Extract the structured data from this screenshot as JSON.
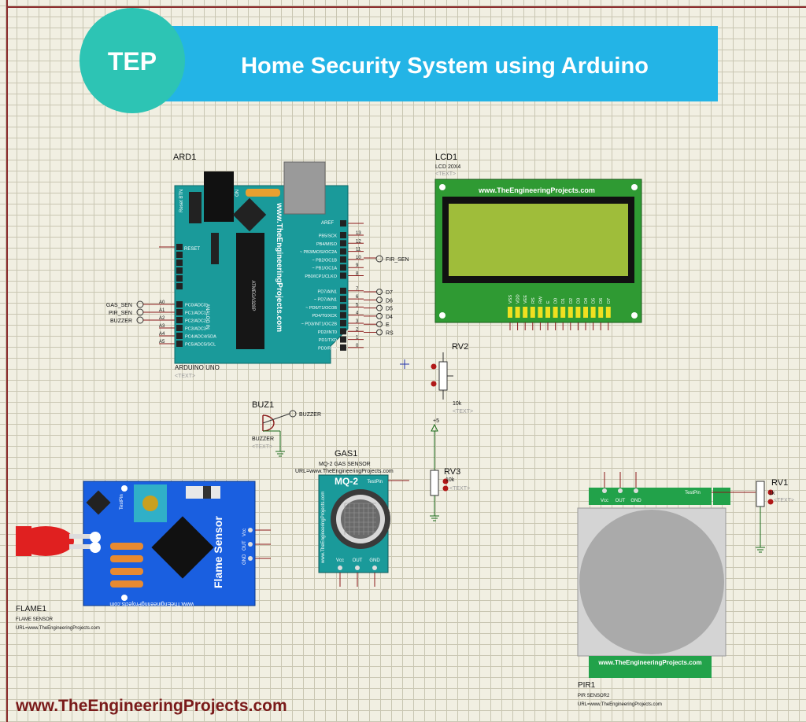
{
  "banner": {
    "badge": "TEP",
    "title": "Home Security System using Arduino"
  },
  "footer_url": "www.TheEngineeringProjects.com",
  "arduino": {
    "ref": "ARD1",
    "name": "ARDUINO UNO",
    "text": "<TEXT>",
    "brand": "www.TheEngineeringProjects.com",
    "reset_btn": "Reset BTN",
    "reset": "RESET",
    "on": "ON",
    "analog": "ANALOG IN",
    "chip": "ATMEGA328P",
    "aref": "AREF",
    "digital_pins": [
      {
        "num": "13",
        "label": "PB5/SCK"
      },
      {
        "num": "12",
        "label": "PB4/MISO"
      },
      {
        "num": "11",
        "label": "~ PB3/MOSI/OC2A"
      },
      {
        "num": "10",
        "label": "~ PB2/OC1B"
      },
      {
        "num": "9",
        "label": "~ PB1/OC1A"
      },
      {
        "num": "8",
        "label": "PB0/ICP1/CLKO"
      },
      {
        "num": "7",
        "label": "PD7/AIN1"
      },
      {
        "num": "6",
        "label": "~ PD7/AIN1"
      },
      {
        "num": "5",
        "label": "~ PD6/T1/OC0B"
      },
      {
        "num": "4",
        "label": "PD4/T0/XCK"
      },
      {
        "num": "3",
        "label": "~ PD3/INT1/OC2B"
      },
      {
        "num": "2",
        "label": "PD2/INT0"
      },
      {
        "num": "1",
        "label": "PD1/TXD"
      },
      {
        "num": "0",
        "label": "PD0/RXD"
      }
    ],
    "analog_pins": [
      {
        "num": "A0",
        "label": "PC0/ADC0"
      },
      {
        "num": "A1",
        "label": "PC1/ADC1"
      },
      {
        "num": "A2",
        "label": "PC2/ADC2"
      },
      {
        "num": "A3",
        "label": "PC3/ADC3"
      },
      {
        "num": "A4",
        "label": "PC4/ADC4/SDA"
      },
      {
        "num": "A5",
        "label": "PC5/ADC5/SCL"
      }
    ]
  },
  "net_labels": {
    "fir": "FIR_SEN",
    "gas": "GAS_SEN",
    "pir": "PIR_SEN",
    "buzzer": "BUZZER",
    "d7": "D7",
    "d6": "D6",
    "d5": "D5",
    "d4": "D4",
    "e": "E",
    "rs": "RS"
  },
  "lcd": {
    "ref": "LCD1",
    "name": "LCD 20X4",
    "text": "<TEXT>",
    "brand": "www.TheEngineeringProjects.com",
    "pins": [
      "VSS",
      "VDD",
      "VEE",
      "RS",
      "RW",
      "E",
      "D0",
      "D1",
      "D2",
      "D3",
      "D4",
      "D5",
      "D6",
      "D7"
    ]
  },
  "rv2": {
    "ref": "RV2",
    "value": "10k",
    "text": "<TEXT>"
  },
  "rv3": {
    "ref": "RV3",
    "value": "10k",
    "text": "<TEXT>"
  },
  "rv1": {
    "ref": "RV1",
    "value": "1k",
    "text": "<TEXT>"
  },
  "power_plus": "+5",
  "buzzer": {
    "ref": "BUZ1",
    "name": "BUZZER",
    "text": "<TEXT>",
    "net": "BUZZER"
  },
  "gas": {
    "ref": "GAS1",
    "name": "MQ-2 GAS SENSOR",
    "url": "URL=www.TheEngineeringProjects.com",
    "model": "MQ-2",
    "testpin": "TestPin",
    "brand": "www.TheEngineeringProjects.com",
    "pins": [
      "Vcc",
      "OUT",
      "GND"
    ]
  },
  "flame": {
    "ref": "FLAME1",
    "name": "FLAME SENSOR",
    "url": "URL=www.TheEngineeringProjects.com",
    "title": "Flame Sensor",
    "brand": "www.TheEngineeringProjects.com",
    "testpin": "TestPin",
    "pins": [
      "Vcc",
      "OUT",
      "GND"
    ]
  },
  "pir": {
    "ref": "PIR1",
    "name": "PIR SENSOR2",
    "url": "URL=www.TheEngineeringProjects.com",
    "testpin": "TestPin",
    "brand": "www.TheEngineeringProjects.com",
    "pins": [
      "Vcc",
      "OUT",
      "GND"
    ]
  },
  "colors": {
    "banner": "#23b4e6",
    "badge": "#2dc4b4",
    "arduino": "#1a9a9a",
    "lcd_board": "#2f9a33",
    "lcd_screen": "#9fbd3a",
    "flame_board": "#1a5fe0",
    "gas_board": "#1a9a9a",
    "pir_board": "#22a24a",
    "footer": "#7a1a1a",
    "wire": "#8a1a1a"
  }
}
